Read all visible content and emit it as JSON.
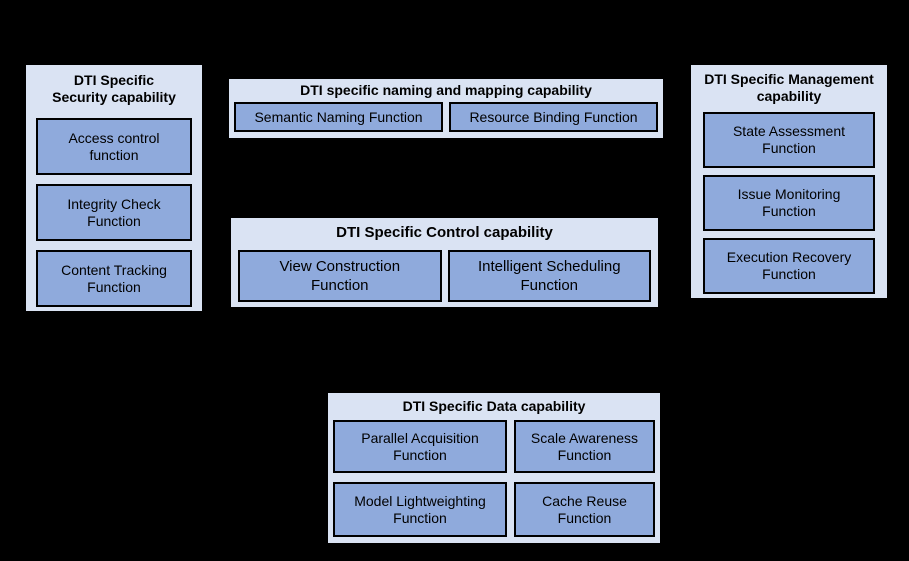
{
  "colors": {
    "background": "#000000",
    "group_fill": "#dae3f3",
    "group_border": "#000000",
    "function_box_fill": "#8faadc",
    "function_box_border": "#000000",
    "text": "#000000"
  },
  "diagram": {
    "groups": [
      {
        "name": "security",
        "title_lines": [
          "DTI Specific",
          "Security capability"
        ],
        "functions": [
          "Access control function",
          "Integrity Check Function",
          "Content Tracking Function"
        ]
      },
      {
        "name": "naming-and-mapping",
        "title_lines": [
          "DTI specific naming and mapping capability"
        ],
        "functions": [
          "Semantic Naming Function",
          "Resource Binding Function"
        ]
      },
      {
        "name": "control",
        "title_lines": [
          "DTI Specific Control capability"
        ],
        "functions": [
          "View Construction Function",
          "Intelligent Scheduling Function"
        ]
      },
      {
        "name": "management",
        "title_lines": [
          "DTI Specific Management",
          "capability"
        ],
        "functions": [
          "State Assessment Function",
          "Issue Monitoring Function",
          "Execution Recovery Function"
        ]
      },
      {
        "name": "data",
        "title_lines": [
          "DTI Specific Data capability"
        ],
        "functions": [
          "Parallel Acquisition Function",
          "Scale Awareness Function",
          "Model Lightweighting Function",
          "Cache Reuse Function"
        ]
      }
    ]
  }
}
